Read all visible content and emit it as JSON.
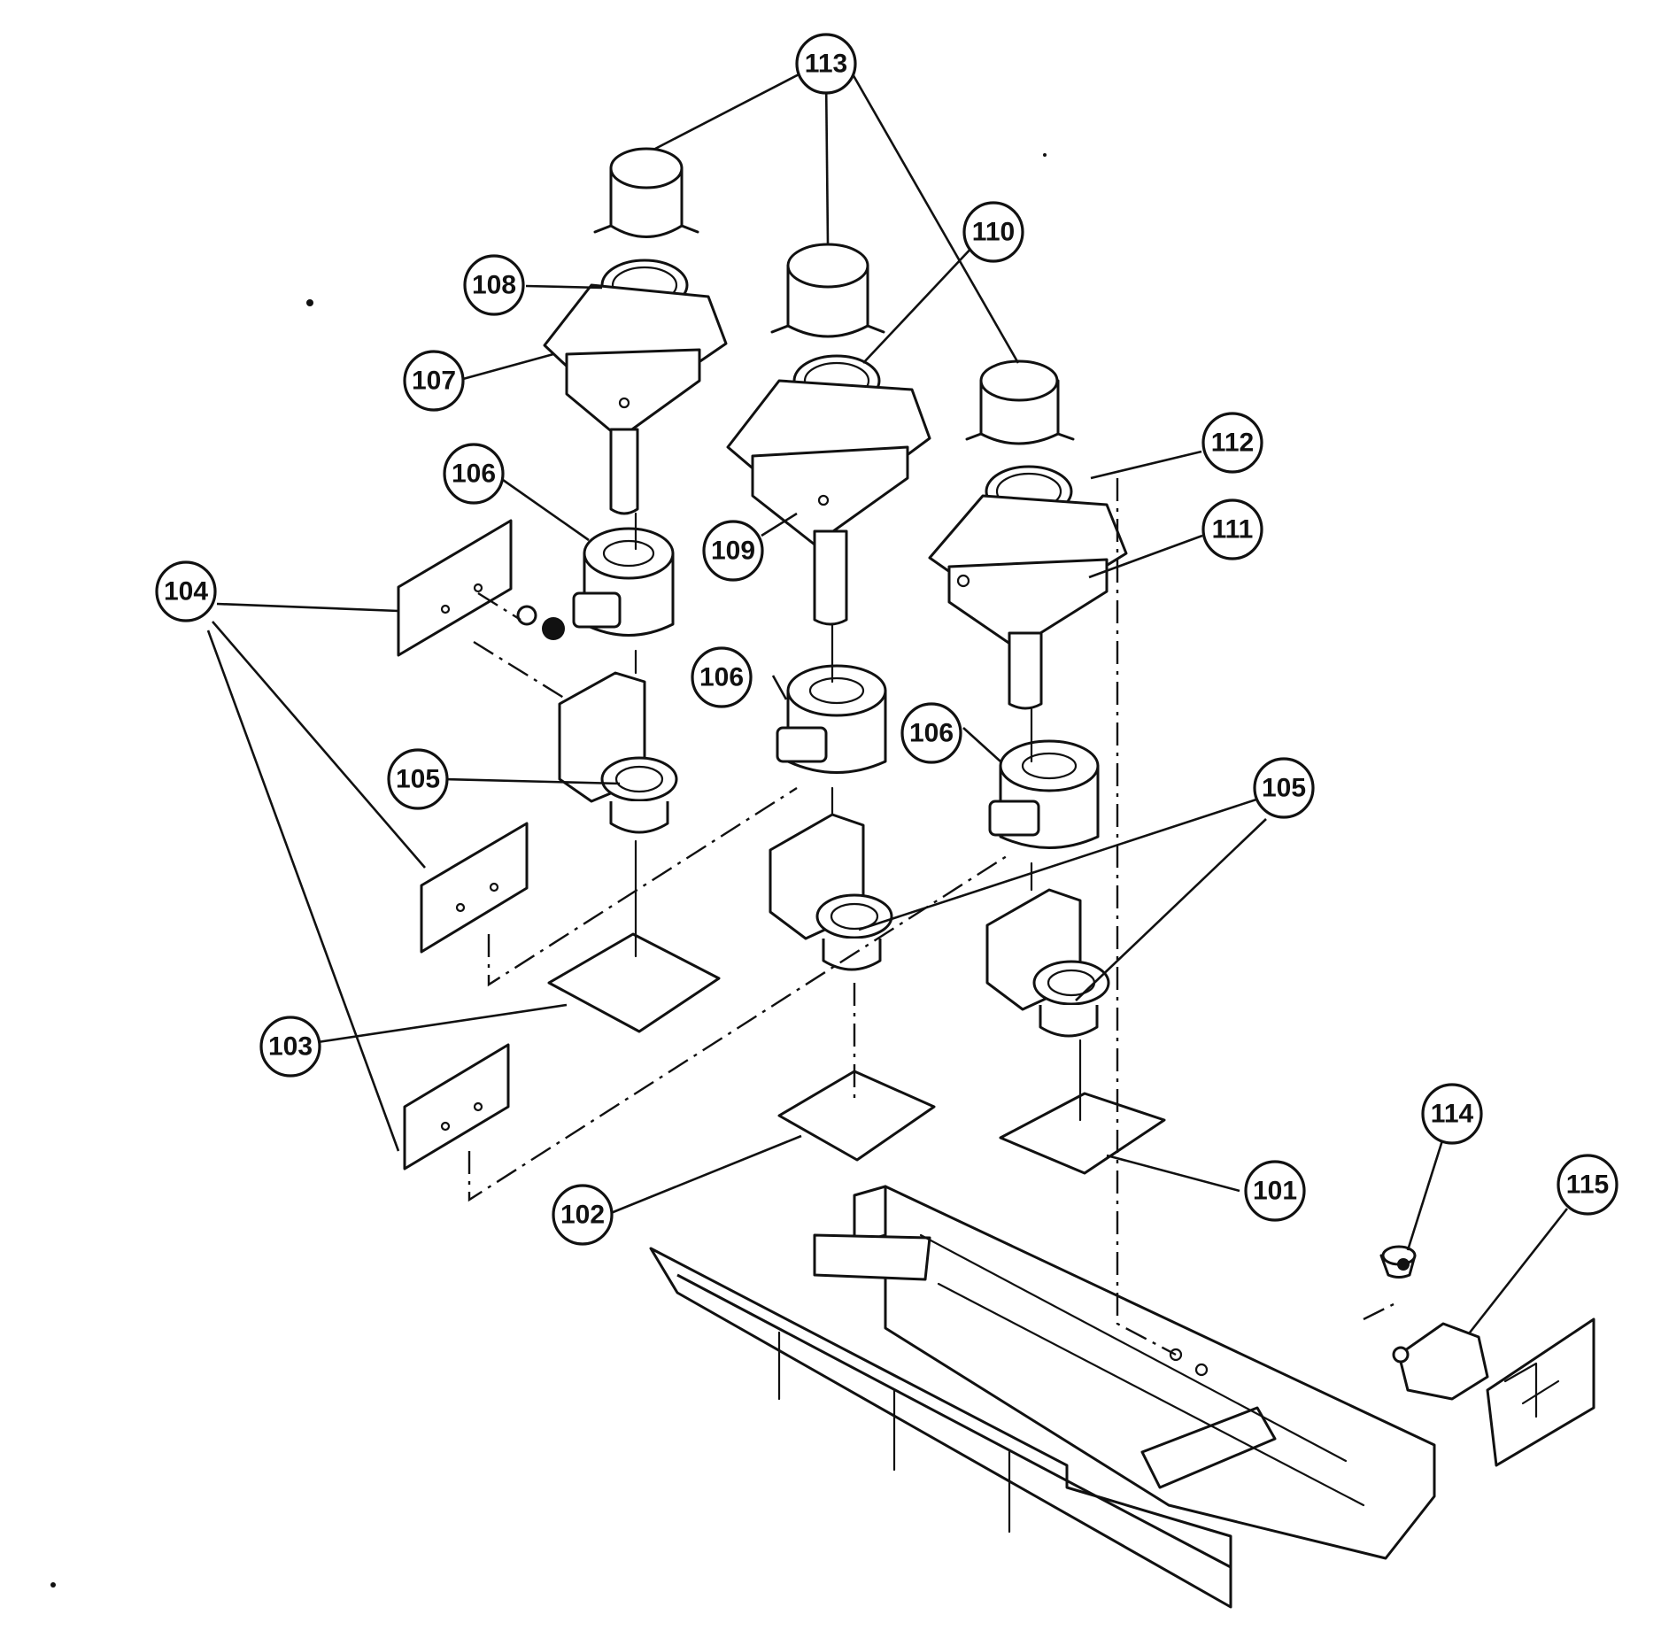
{
  "callouts": [
    {
      "id": "113",
      "label": "113"
    },
    {
      "id": "110",
      "label": "110"
    },
    {
      "id": "108",
      "label": "108"
    },
    {
      "id": "107",
      "label": "107"
    },
    {
      "id": "106a",
      "label": "106"
    },
    {
      "id": "109",
      "label": "109"
    },
    {
      "id": "112",
      "label": "112"
    },
    {
      "id": "111",
      "label": "111"
    },
    {
      "id": "104",
      "label": "104"
    },
    {
      "id": "106b",
      "label": "106"
    },
    {
      "id": "106c",
      "label": "106"
    },
    {
      "id": "105a",
      "label": "105"
    },
    {
      "id": "105b",
      "label": "105"
    },
    {
      "id": "103",
      "label": "103"
    },
    {
      "id": "114",
      "label": "114"
    },
    {
      "id": "115",
      "label": "115"
    },
    {
      "id": "102",
      "label": "102"
    },
    {
      "id": "101",
      "label": "101"
    }
  ]
}
